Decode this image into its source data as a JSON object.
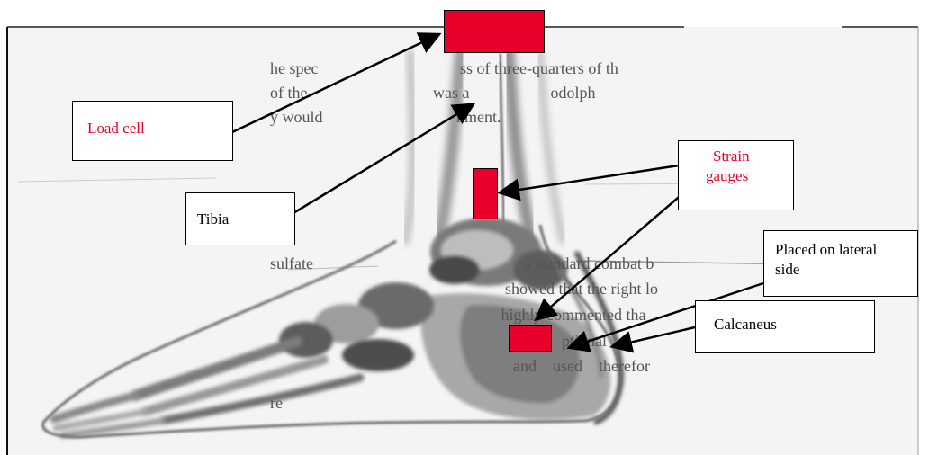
{
  "diagram": {
    "photo_text_lines": [
      "he spec                                   ss of three-quarters of th",
      "of the                               was a                    odolph",
      "y would                                 nment.",
      "sulfate                                                    a standard combat b",
      "                                                          showed that the right lo",
      "                                                         highly commented tha",
      "                                                                        ptional",
      "                                                            and    used    therefor",
      "re"
    ],
    "labels": {
      "load_cell": "Load cell",
      "tibia": "Tibia",
      "strain_gauges_line1": "Strain",
      "strain_gauges_line2": "gauges",
      "lateral_line1": "Placed on lateral",
      "lateral_line2": "side",
      "calcaneus": "Calcaneus"
    },
    "colors": {
      "marker": "#e8002a",
      "red_text": "#e8002a",
      "black_text": "#000000"
    }
  }
}
